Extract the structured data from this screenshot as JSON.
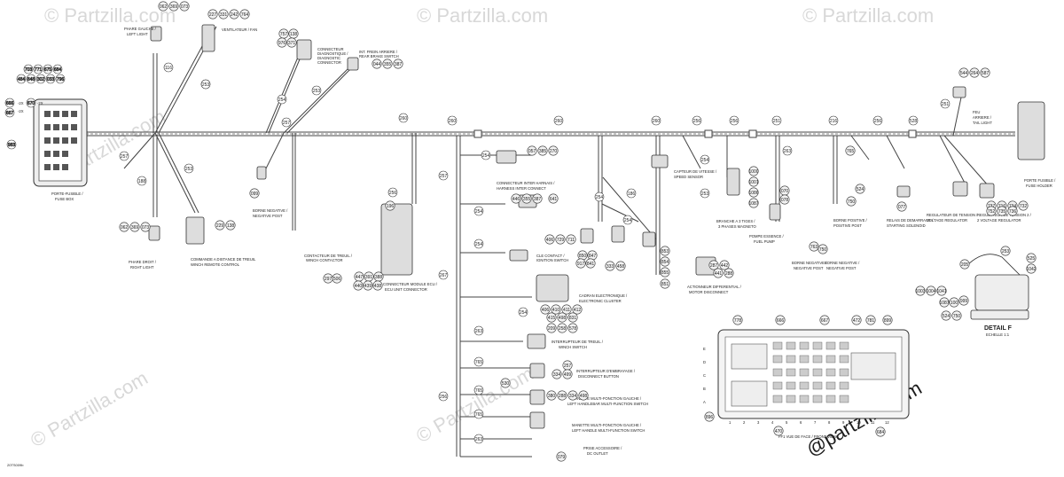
{
  "watermark": {
    "text": "© Partzilla.com",
    "brand": "@partzilla.com"
  },
  "drawing_id": "20TS009b",
  "main_labels": {
    "fuse_box": [
      "PORTE-FUSIBLE /",
      "FUSE BOX"
    ],
    "left_light": [
      "PHARE GAUCHE /",
      "LEFT LIGHT"
    ],
    "right_light": [
      "PHARE DROIT /",
      "RIGHT LIGHT"
    ],
    "fan": [
      "VENTILATEUR / FAN"
    ],
    "diag": [
      "CONNECTEUR",
      "DIAGNOSTIQUE /",
      "DIAGNOSTIC",
      "CONNECTOR"
    ],
    "brake": [
      "INT. FREIN ARRIERE /",
      "REAR BRAKE SWITCH"
    ],
    "winch_remote": [
      "COMMANDE A DISTANCE DE TREUIL",
      "WINCH REMOTE CONTROL"
    ],
    "neg_post": [
      "BORNE NEGATIVE /",
      "NEGATIVE POST"
    ],
    "winch_contactor": [
      "CONTACTEUR DE TREUIL /",
      "WINCH CONTACTOR"
    ],
    "ecu": [
      "CONNECTEUR MODULE ECU /",
      "ECU UNIT CONNECTOR"
    ],
    "inter_harness": [
      "CONNECTEUR INTER HARNAIS /",
      "HARNESS INTER CONNECT"
    ],
    "speed": [
      "CAPTEUR DE VITESSE /",
      "SPEED SENSOR"
    ],
    "ignition": [
      "CLE CONTACT /",
      "IGNITION SWITCH"
    ],
    "cluster": [
      "CADRAN ELECTRONIQUE /",
      "ELECTRONIC CLUSTER"
    ],
    "magneto": [
      "BRANCHE A 3 TIGES /",
      "3 PHASES MAGNETO"
    ],
    "fuel_pump": [
      "POMPE ESSENCE /",
      "FUEL PUMP"
    ],
    "starter_pos": [
      "BORNE POSITIVE /",
      "POSITIVE POST"
    ],
    "solenoid": [
      "RELAIS DE DEMARRAGE /",
      "STARTING SOLENOID"
    ],
    "reg": [
      "REGULATEUR DE TENSION /",
      "VOLTAGE REGULATOR"
    ],
    "reg2": [
      "REGULATEUR DE TENSION 2 /",
      "2 VOLTAGE REGULATOR"
    ],
    "tail": [
      "FEU",
      "ARRIERE /",
      "TAIL LIGHT"
    ],
    "fuse_holder": [
      "PORTE FUSIBLE /",
      "FUSE HOLDER"
    ],
    "actuator": [
      "ACTIONNEUR DIFFERENTIAL /",
      "MOTOR DISCONNECT"
    ],
    "neg_post2": [
      "BORNE NEGATIVE /",
      "NEGATIVE POST"
    ],
    "neg_post3": [
      "BORNE NEGATIVE /",
      "NEGATIVE POST"
    ],
    "winch_sw": [
      "INTERRUPTEUR DE TREUIL /",
      "WINCH SWITCH"
    ],
    "start_btn": [
      "INTERRUPTEUR D'EMBRAYAGE /",
      "DISCONNECT BUTTON"
    ],
    "left_multi": [
      "MANETTE MULTI-FONCTION GAUCHE /",
      "LEFT HANDLEBAR MULTI-FUNCTION SWITCH"
    ],
    "right_multi": [
      "MANETTE MULTI-FONCTION GAUCHE /",
      "LEFT HANDLE MULTI-FUNCTION SWITCH"
    ],
    "dc_outlet": [
      "PRISE ACCESSOIRE /",
      "DC OUTLET"
    ],
    "detail": "DETAIL F",
    "detail_scale": "ECHELLE 1:1",
    "fuse_view": "FF1 VUE DE FACE / FRONT VIEW"
  },
  "fuse_box_numbers": {
    "row1": [
      "703",
      "771",
      "675",
      "684"
    ],
    "row2": [
      "484",
      "848",
      "302",
      "033",
      "796"
    ],
    "left": [
      "666",
      "667",
      "983"
    ],
    "marks": [
      "-2X",
      "670",
      "-2X",
      "-2X"
    ]
  },
  "callouts": [
    {
      "id": "c1",
      "v": "062"
    },
    {
      "id": "c2",
      "v": "369"
    },
    {
      "id": "c3",
      "v": "073"
    },
    {
      "id": "c4",
      "v": "227"
    },
    {
      "id": "c5",
      "v": "331"
    },
    {
      "id": "c6",
      "v": "242"
    },
    {
      "id": "c7",
      "v": "764"
    },
    {
      "id": "c8",
      "v": "757"
    },
    {
      "id": "c9",
      "v": "138"
    },
    {
      "id": "c10",
      "v": "976"
    },
    {
      "id": "c11",
      "v": "371"
    },
    {
      "id": "c12",
      "v": "044"
    },
    {
      "id": "c13",
      "v": "355"
    },
    {
      "id": "c14",
      "v": "387"
    },
    {
      "id": "c15",
      "v": "062"
    },
    {
      "id": "c16",
      "v": "369"
    },
    {
      "id": "c17",
      "v": "073"
    },
    {
      "id": "c18",
      "v": "229"
    },
    {
      "id": "c19",
      "v": "138"
    },
    {
      "id": "c20",
      "v": "099"
    },
    {
      "id": "c21",
      "v": "297"
    },
    {
      "id": "c22",
      "v": "506"
    },
    {
      "id": "c23",
      "v": "447"
    },
    {
      "id": "c24",
      "v": "391"
    },
    {
      "id": "c25",
      "v": "388"
    },
    {
      "id": "c26",
      "v": "440"
    },
    {
      "id": "c27",
      "v": "439"
    },
    {
      "id": "c28",
      "v": "438"
    },
    {
      "id": "c29",
      "v": "196"
    },
    {
      "id": "c30",
      "v": "057"
    },
    {
      "id": "c31",
      "v": "385"
    },
    {
      "id": "c32",
      "v": "270"
    },
    {
      "id": "c33",
      "v": "446"
    },
    {
      "id": "c34",
      "v": "355"
    },
    {
      "id": "c35",
      "v": "387"
    },
    {
      "id": "c36",
      "v": "641"
    },
    {
      "id": "c37",
      "v": "406"
    },
    {
      "id": "c38",
      "v": "729"
    },
    {
      "id": "c39",
      "v": "711"
    },
    {
      "id": "c40",
      "v": "406"
    },
    {
      "id": "c41",
      "v": "410"
    },
    {
      "id": "c42",
      "v": "411"
    },
    {
      "id": "c43",
      "v": "412"
    },
    {
      "id": "c44",
      "v": "415"
    },
    {
      "id": "c45",
      "v": "498"
    },
    {
      "id": "c46",
      "v": "831"
    },
    {
      "id": "c47",
      "v": "209"
    },
    {
      "id": "c48",
      "v": "258"
    },
    {
      "id": "c49",
      "v": "578"
    },
    {
      "id": "c50",
      "v": "530"
    },
    {
      "id": "c51",
      "v": "257"
    },
    {
      "id": "c52",
      "v": "334"
    },
    {
      "id": "c53",
      "v": "499"
    },
    {
      "id": "c54",
      "v": "380"
    },
    {
      "id": "c55",
      "v": "288"
    },
    {
      "id": "c56",
      "v": "334"
    },
    {
      "id": "c57",
      "v": "498"
    },
    {
      "id": "c58",
      "v": "079"
    },
    {
      "id": "c59",
      "v": "850"
    },
    {
      "id": "c60",
      "v": "847"
    },
    {
      "id": "c61",
      "v": "917"
    },
    {
      "id": "c62",
      "v": "841"
    },
    {
      "id": "c63",
      "v": "333"
    },
    {
      "id": "c64",
      "v": "458"
    },
    {
      "id": "c65",
      "v": "1000"
    },
    {
      "id": "c66",
      "v": "1001"
    },
    {
      "id": "c67",
      "v": "1086"
    },
    {
      "id": "c68",
      "v": "1087"
    },
    {
      "id": "c69",
      "v": "287"
    },
    {
      "id": "c70",
      "v": "442"
    },
    {
      "id": "c71",
      "v": "441"
    },
    {
      "id": "c72",
      "v": "288"
    },
    {
      "id": "c73",
      "v": "070"
    },
    {
      "id": "c74",
      "v": "078"
    },
    {
      "id": "c75",
      "v": "750"
    },
    {
      "id": "c76",
      "v": "524"
    },
    {
      "id": "c77",
      "v": "077"
    },
    {
      "id": "c78",
      "v": "763"
    },
    {
      "id": "c79",
      "v": "750"
    },
    {
      "id": "c80",
      "v": "765"
    },
    {
      "id": "c81",
      "v": "737"
    },
    {
      "id": "c82",
      "v": "716"
    },
    {
      "id": "c83",
      "v": "734"
    },
    {
      "id": "c84",
      "v": "732"
    },
    {
      "id": "c85",
      "v": "752"
    },
    {
      "id": "c86",
      "v": "735"
    },
    {
      "id": "c87",
      "v": "736"
    },
    {
      "id": "c88",
      "v": "544"
    },
    {
      "id": "c89",
      "v": "264"
    },
    {
      "id": "c90",
      "v": "587"
    },
    {
      "id": "c91",
      "v": "205"
    },
    {
      "id": "c92",
      "v": "253"
    },
    {
      "id": "c93",
      "v": "525"
    },
    {
      "id": "c94",
      "v": "1042"
    },
    {
      "id": "c95",
      "v": "1003"
    },
    {
      "id": "c96",
      "v": "1004"
    },
    {
      "id": "c97",
      "v": "1041"
    },
    {
      "id": "c98",
      "v": "1087"
    },
    {
      "id": "c99",
      "v": "100"
    },
    {
      "id": "c100",
      "v": "999"
    },
    {
      "id": "c101",
      "v": "524"
    },
    {
      "id": "c102",
      "v": "750"
    },
    {
      "id": "c103",
      "v": "778"
    },
    {
      "id": "c104",
      "v": "666"
    },
    {
      "id": "c105",
      "v": "667"
    },
    {
      "id": "c106",
      "v": "472"
    },
    {
      "id": "c107",
      "v": "781"
    },
    {
      "id": "c108",
      "v": "899"
    },
    {
      "id": "c109",
      "v": "896"
    },
    {
      "id": "c110",
      "v": "470"
    },
    {
      "id": "c111",
      "v": "684"
    },
    {
      "id": "c112",
      "v": "853"
    },
    {
      "id": "c113",
      "v": "854"
    },
    {
      "id": "c114",
      "v": "855"
    },
    {
      "id": "c115",
      "v": "851"
    }
  ],
  "harness_numbers": {
    "h1": "116",
    "h2": "253",
    "h3": "254",
    "h4": "257",
    "h5": "260",
    "h6": "260",
    "h7": "260",
    "h8": "260",
    "h9": "256",
    "h10": "256",
    "h11": "251",
    "h12": "216",
    "h13": "256",
    "h14": "528",
    "h15": "257",
    "h16": "188",
    "h17": "253",
    "h18": "253",
    "h19": "257",
    "h20": "256",
    "h21": "254",
    "h22": "254",
    "h23": "254",
    "h24": "254",
    "h25": "253",
    "h26": "263",
    "h27": "254",
    "h28": "186",
    "h29": "267",
    "h30": "256",
    "h31": "765",
    "h32": "765",
    "h33": "765",
    "h34": "263",
    "h35": "254",
    "h36": "253",
    "h37": "251",
    "h38": "254",
    "h39": "263"
  },
  "grid": {
    "rows": [
      "E",
      "D",
      "C",
      "B",
      "A"
    ],
    "cols": [
      "1",
      "2",
      "3",
      "4",
      "5",
      "6",
      "7",
      "8",
      "9",
      "10",
      "11",
      "12"
    ]
  }
}
